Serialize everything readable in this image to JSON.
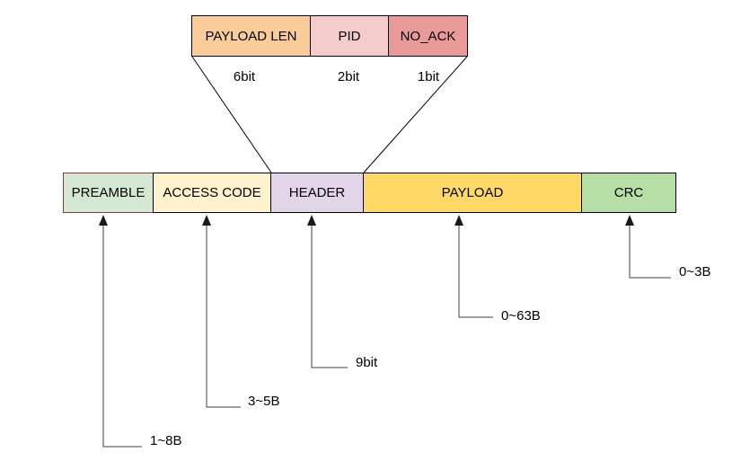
{
  "header_expansion": {
    "fields": [
      {
        "label": "PAYLOAD LEN",
        "size": "6bit",
        "fill": "#FACC99",
        "stroke": "#000000"
      },
      {
        "label": "PID",
        "size": "2bit",
        "fill": "#F4CCCC",
        "stroke": "#000000"
      },
      {
        "label": "NO_ACK",
        "size": "1bit",
        "fill": "#EA9999",
        "stroke": "#000000"
      }
    ]
  },
  "packet": {
    "fields": [
      {
        "label": "PREAMBLE",
        "size": "1~8B",
        "fill": "#D5E8D4",
        "stroke": "#8B3A3A"
      },
      {
        "label": "ACCESS CODE",
        "size": "3~5B",
        "fill": "#FFF2CC",
        "stroke": "#000000"
      },
      {
        "label": "HEADER",
        "size": "9bit",
        "fill": "#E1D5E7",
        "stroke": "#000000"
      },
      {
        "label": "PAYLOAD",
        "size": "0~63B",
        "fill": "#FFD966",
        "stroke": "#000000"
      },
      {
        "label": "CRC",
        "size": "0~3B",
        "fill": "#B5DFA5",
        "stroke": "#000000"
      }
    ]
  },
  "colors": {
    "background": "#FFFFFF",
    "block_border": "#000000",
    "preamble_border": "#8B3A3A",
    "connector_line": "#424242",
    "arrowhead": "#1A1A1A",
    "text": "#000000"
  }
}
